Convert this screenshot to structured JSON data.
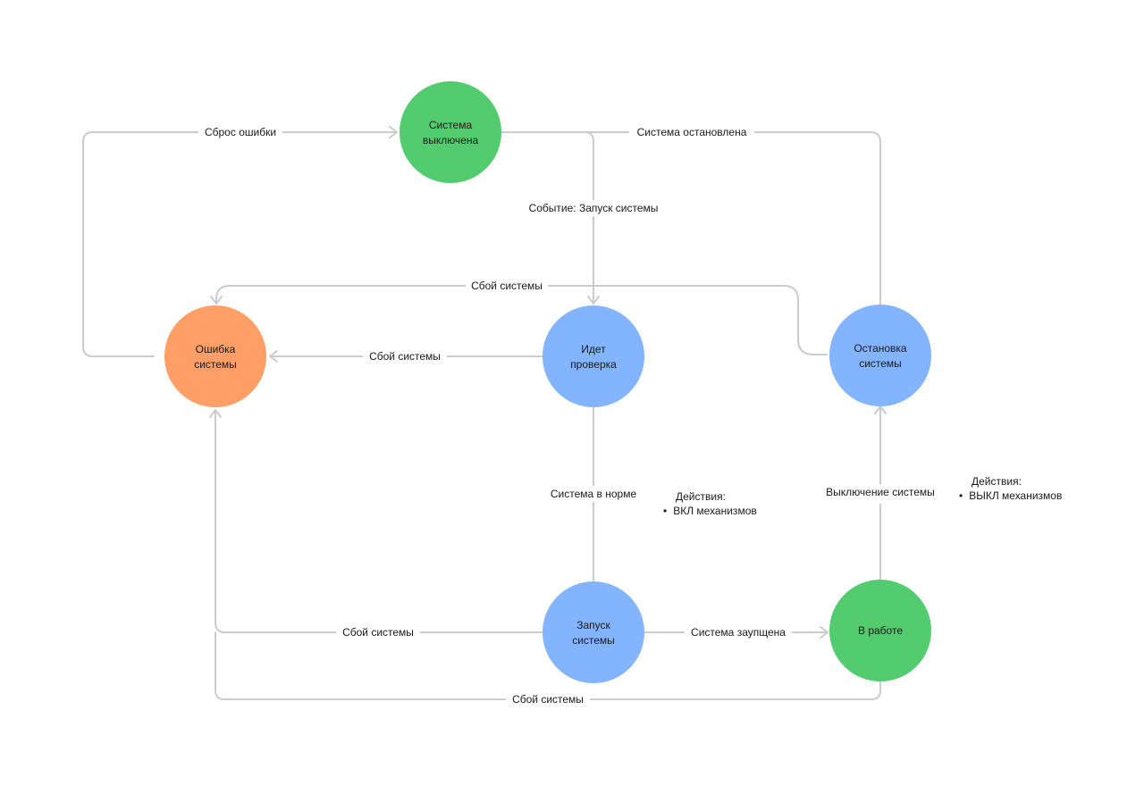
{
  "nodes": {
    "off": {
      "line1": "Система",
      "line2": "выключена",
      "color": "#52cc6e"
    },
    "check": {
      "line1": "Идет",
      "line2": "проверка",
      "color": "#82b4ff"
    },
    "error": {
      "line1": "Ошибка",
      "line2": "системы",
      "color": "#ff9e66"
    },
    "stopping": {
      "line1": "Остановка",
      "line2": "системы",
      "color": "#82b4ff"
    },
    "launch": {
      "line1": "Запуск",
      "line2": "системы",
      "color": "#82b4ff"
    },
    "working": {
      "line1": "В работе",
      "color": "#52cc6e"
    }
  },
  "edges": {
    "reset": "Сброс ошибки",
    "stopped": "Система остановлена",
    "start_event": "Событие: Запуск системы",
    "fail_stopping": "Сбой системы",
    "fail_check": "Сбой системы",
    "normal": "Система в норме",
    "shutdown": "Выключение системы",
    "fail_launch": "Сбой системы",
    "launched": "Система заупщена",
    "fail_working": "Сбой системы"
  },
  "notes": {
    "launch_actions": {
      "title": "Действия:",
      "item": "ВКЛ  механизмов"
    },
    "stop_actions": {
      "title": "Действия:",
      "item": "ВЫКЛ  механизмов"
    }
  },
  "colors": {
    "line": "#cccccc",
    "green": "#52cc6e",
    "blue": "#82b4ff",
    "orange": "#ff9e66"
  }
}
